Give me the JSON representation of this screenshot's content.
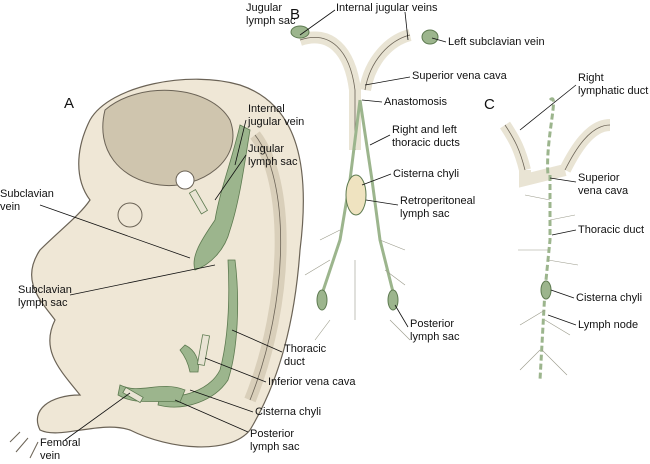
{
  "colors": {
    "embryo_fill": "#efe7d6",
    "embryo_outline": "#6b6356",
    "lymph": "#9cb58d",
    "lymph_dark": "#5d7a50",
    "vessel": "#e9e4d4",
    "brain": "#cfc5ae"
  },
  "panels": {
    "a": {
      "letter": "A",
      "labels": {
        "internal_jugular_vein": [
          "Internal",
          "jugular vein"
        ],
        "jugular_lymph_sac": [
          "Jugular",
          "lymph sac"
        ],
        "subclavian_vein": [
          "Subclavian",
          "vein"
        ],
        "subclavian_lymph_sac": [
          "Subclavian",
          "lymph sac"
        ],
        "thoracic_duct": [
          "Thoracic",
          "duct"
        ],
        "inferior_vena_cava": "Inferior vena cava",
        "cisterna_chyli": "Cisterna chyli",
        "posterior_lymph_sac": [
          "Posterior",
          "lymph sac"
        ],
        "femoral_vein": [
          "Femoral",
          "vein"
        ]
      }
    },
    "b": {
      "letter": "B",
      "labels": {
        "jugular_lymph_sac": [
          "Jugular",
          "lymph sac"
        ],
        "internal_jugular_veins": "Internal jugular veins",
        "left_subclavian_vein": "Left subclavian vein",
        "superior_vena_cava": "Superior vena cava",
        "anastomosis": "Anastomosis",
        "thoracic_ducts": [
          "Right and left",
          "thoracic ducts"
        ],
        "cisterna_chyli": "Cisterna chyli",
        "retroperitoneal_lymph_sac": [
          "Retroperitoneal",
          "lymph sac"
        ],
        "posterior_lymph_sac": [
          "Posterior",
          "lymph sac"
        ]
      }
    },
    "c": {
      "letter": "C",
      "labels": {
        "right_lymphatic_duct": [
          "Right",
          "lymphatic duct"
        ],
        "superior_vena_cava": [
          "Superior",
          "vena cava"
        ],
        "thoracic_duct": "Thoracic duct",
        "cisterna_chyli": "Cisterna chyli",
        "lymph_node": "Lymph node"
      }
    }
  }
}
